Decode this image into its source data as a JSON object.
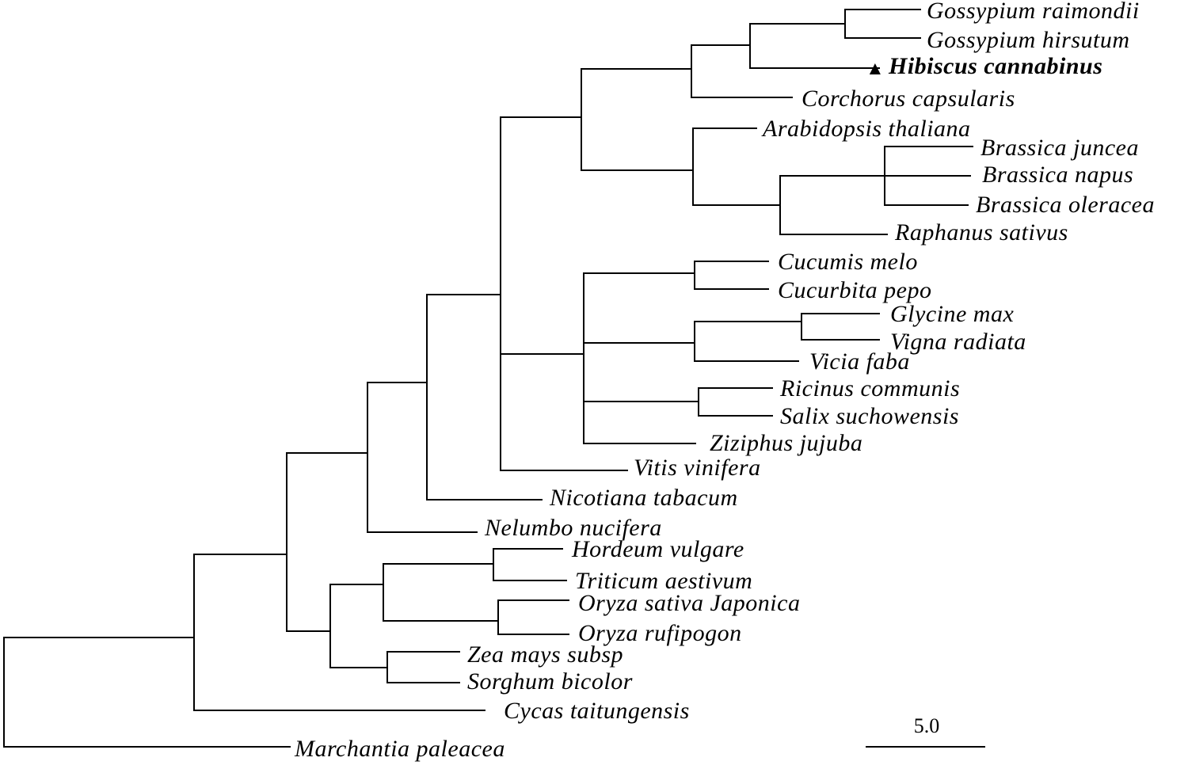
{
  "highlight_marker": "▲",
  "scale_bar": {
    "label": "5.0"
  },
  "colors": {
    "line": "#000000",
    "background": "#ffffff"
  },
  "taxa": [
    {
      "id": "gossypium-raimondii",
      "name": "Gossypium raimondii"
    },
    {
      "id": "gossypium-hirsutum",
      "name": "Gossypium hirsutum"
    },
    {
      "id": "hibiscus-cannabinus",
      "name": "Hibiscus cannabinus",
      "highlighted": true
    },
    {
      "id": "corchorus-capsularis",
      "name": "Corchorus capsularis"
    },
    {
      "id": "arabidopsis-thaliana",
      "name": "Arabidopsis thaliana"
    },
    {
      "id": "brassica-juncea",
      "name": "Brassica juncea"
    },
    {
      "id": "brassica-napus",
      "name": "Brassica napus"
    },
    {
      "id": "brassica-oleracea",
      "name": "Brassica oleracea"
    },
    {
      "id": "raphanus-sativus",
      "name": "Raphanus sativus"
    },
    {
      "id": "cucumis-melo",
      "name": "Cucumis melo"
    },
    {
      "id": "cucurbita-pepo",
      "name": "Cucurbita pepo"
    },
    {
      "id": "glycine-max",
      "name": "Glycine max"
    },
    {
      "id": "vigna-radiata",
      "name": "Vigna radiata"
    },
    {
      "id": "vicia-faba",
      "name": "Vicia faba"
    },
    {
      "id": "ricinus-communis",
      "name": "Ricinus communis"
    },
    {
      "id": "salix-suchowensis",
      "name": "Salix suchowensis"
    },
    {
      "id": "ziziphus-jujuba",
      "name": "Ziziphus jujuba"
    },
    {
      "id": "vitis-vinifera",
      "name": "Vitis vinifera"
    },
    {
      "id": "nicotiana-tabacum",
      "name": "Nicotiana tabacum"
    },
    {
      "id": "nelumbo-nucifera",
      "name": "Nelumbo nucifera"
    },
    {
      "id": "hordeum-vulgare",
      "name": "Hordeum vulgare"
    },
    {
      "id": "triticum-aestivum",
      "name": "Triticum aestivum"
    },
    {
      "id": "oryza-sativa-japonica",
      "name": "Oryza sativa Japonica"
    },
    {
      "id": "oryza-rufipogon",
      "name": "Oryza rufipogon"
    },
    {
      "id": "zea-mays-subsp",
      "name": "Zea mays subsp"
    },
    {
      "id": "sorghum-bicolor",
      "name": "Sorghum bicolor"
    },
    {
      "id": "cycas-taitungensis",
      "name": "Cycas taitungensis"
    },
    {
      "id": "marchantia-paleacea",
      "name": "Marchantia paleacea"
    }
  ]
}
